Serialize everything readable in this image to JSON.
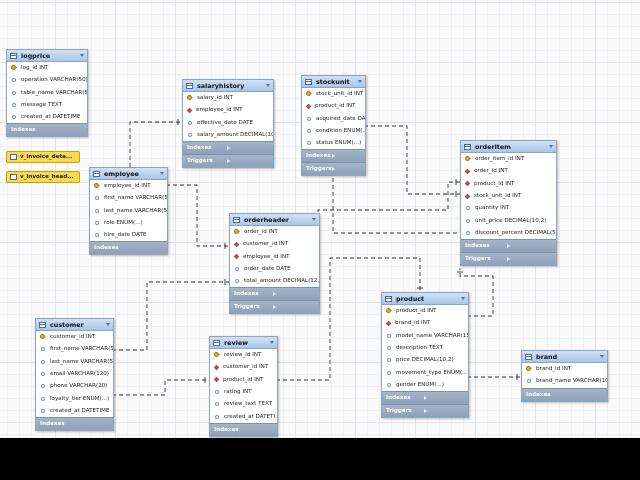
{
  "diagram": {
    "tables": [
      {
        "id": "logprice",
        "name": "logprice",
        "columns": [
          {
            "text": "log_id INT",
            "key": "pk"
          },
          {
            "text": "operation VARCHAR(50)",
            "key": "col"
          },
          {
            "text": "table_name VARCHAR(5...",
            "key": "col"
          },
          {
            "text": "message TEXT",
            "key": "col"
          },
          {
            "text": "created_at DATETIME",
            "key": "col"
          }
        ],
        "sections": [
          "Indexes"
        ]
      },
      {
        "id": "salaryhistory",
        "name": "salaryhistory",
        "columns": [
          {
            "text": "salary_id INT",
            "key": "pk"
          },
          {
            "text": "employee_id INT",
            "key": "fk"
          },
          {
            "text": "effective_date DATE",
            "key": "col"
          },
          {
            "text": "salary_amount DECIMAL(10,...",
            "key": "col"
          }
        ],
        "sections": [
          "Indexes",
          "Triggers"
        ]
      },
      {
        "id": "stockunit",
        "name": "stockunit",
        "columns": [
          {
            "text": "stock_unit_id INT",
            "key": "pk"
          },
          {
            "text": "product_id INT",
            "key": "fk"
          },
          {
            "text": "acquired_date DA...",
            "key": "col"
          },
          {
            "text": "condition ENUM(...)",
            "key": "col"
          },
          {
            "text": "status ENUM(...)",
            "key": "col"
          }
        ],
        "sections": [
          "Indexes",
          "Triggers"
        ]
      },
      {
        "id": "orderitem",
        "name": "orderitem",
        "columns": [
          {
            "text": "order_item_id INT",
            "key": "pk"
          },
          {
            "text": "order_id INT",
            "key": "fk"
          },
          {
            "text": "product_id INT",
            "key": "fk"
          },
          {
            "text": "stock_unit_id INT",
            "key": "fk"
          },
          {
            "text": "quantity INT",
            "key": "col"
          },
          {
            "text": "unit_price DECIMAL(10,2)",
            "key": "col"
          },
          {
            "text": "discount_percent DECIMAL(5,...",
            "key": "col"
          }
        ],
        "sections": [
          "Indexes",
          "Triggers"
        ]
      },
      {
        "id": "employee",
        "name": "employee",
        "columns": [
          {
            "text": "employee_id INT",
            "key": "pk"
          },
          {
            "text": "first_name VARCHAR(5...",
            "key": "col"
          },
          {
            "text": "last_name VARCHAR(50)",
            "key": "col"
          },
          {
            "text": "role ENUM(...)",
            "key": "col"
          },
          {
            "text": "hire_date DATE",
            "key": "col"
          }
        ],
        "sections": [
          "Indexes"
        ]
      },
      {
        "id": "orderheader",
        "name": "orderheader",
        "columns": [
          {
            "text": "order_id INT",
            "key": "pk"
          },
          {
            "text": "customer_id INT",
            "key": "fk"
          },
          {
            "text": "employee_id INT",
            "key": "fk"
          },
          {
            "text": "order_date DATE",
            "key": "col"
          },
          {
            "text": "total_amount DECIMAL(12,...",
            "key": "col"
          }
        ],
        "sections": [
          "Indexes",
          "Triggers"
        ]
      },
      {
        "id": "customer",
        "name": "customer",
        "columns": [
          {
            "text": "customer_id INT",
            "key": "pk"
          },
          {
            "text": "first_name VARCHAR(5...",
            "key": "col"
          },
          {
            "text": "last_name VARCHAR(50)",
            "key": "col"
          },
          {
            "text": "email VARCHAR(120)",
            "key": "col"
          },
          {
            "text": "phone VARCHAR(20)",
            "key": "col"
          },
          {
            "text": "loyalty_tier ENUM(...)",
            "key": "col"
          },
          {
            "text": "created_at DATETIME",
            "key": "col"
          }
        ],
        "sections": [
          "Indexes"
        ]
      },
      {
        "id": "review",
        "name": "review",
        "columns": [
          {
            "text": "review_id INT",
            "key": "pk"
          },
          {
            "text": "customer_id INT",
            "key": "fk"
          },
          {
            "text": "product_id INT",
            "key": "fk"
          },
          {
            "text": "rating INT",
            "key": "col"
          },
          {
            "text": "review_text TEXT",
            "key": "col"
          },
          {
            "text": "created_at DATETI...",
            "key": "col"
          }
        ],
        "sections": [
          "Indexes"
        ]
      },
      {
        "id": "product",
        "name": "product",
        "columns": [
          {
            "text": "product_id INT",
            "key": "pk"
          },
          {
            "text": "brand_id INT",
            "key": "fk"
          },
          {
            "text": "model_name VARCHAR(15...",
            "key": "col"
          },
          {
            "text": "description TEXT",
            "key": "col"
          },
          {
            "text": "price DECIMAL(10,2)",
            "key": "col"
          },
          {
            "text": "movement_type ENUM(...)",
            "key": "col"
          },
          {
            "text": "gender ENUM(...)",
            "key": "col"
          }
        ],
        "sections": [
          "Indexes",
          "Triggers"
        ]
      },
      {
        "id": "brand",
        "name": "brand",
        "columns": [
          {
            "text": "brand_id INT",
            "key": "pk"
          },
          {
            "text": "brand_name VARCHAR(100)",
            "key": "col"
          }
        ],
        "sections": [
          "Indexes"
        ]
      }
    ],
    "views": [
      {
        "id": "view1",
        "name": "v_invoice_deta..."
      },
      {
        "id": "view2",
        "name": "v_invoice_head..."
      }
    ],
    "colors": {
      "header": "#aac7e8",
      "section": "#8ea1b8",
      "view": "#f8d855",
      "link": "#333333"
    }
  }
}
